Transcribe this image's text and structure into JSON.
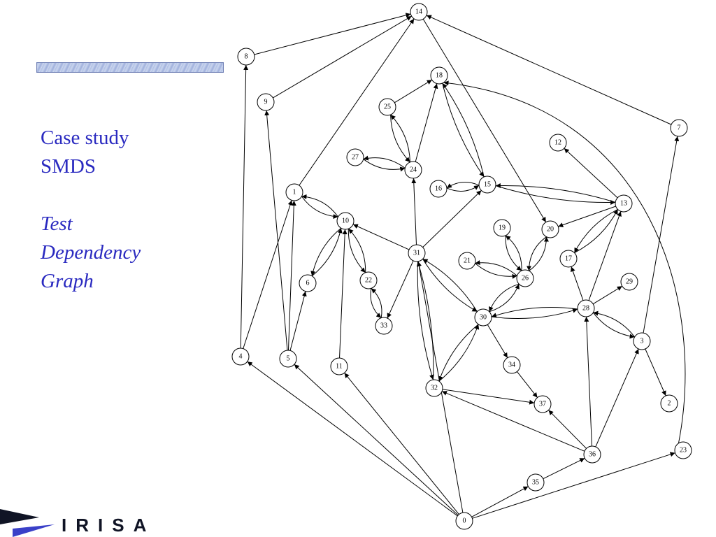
{
  "slide": {
    "heading_line1": "Case study",
    "heading_line2": "SMDS",
    "subheading_line1": "Test",
    "subheading_line2": "Dependency",
    "subheading_line3": "Graph"
  },
  "logo": {
    "text": "IRISA"
  },
  "graph": {
    "nodes": [
      {
        "id": "0"
      },
      {
        "id": "1"
      },
      {
        "id": "2"
      },
      {
        "id": "3"
      },
      {
        "id": "4"
      },
      {
        "id": "5"
      },
      {
        "id": "6"
      },
      {
        "id": "7"
      },
      {
        "id": "8"
      },
      {
        "id": "9"
      },
      {
        "id": "10"
      },
      {
        "id": "11"
      },
      {
        "id": "12"
      },
      {
        "id": "13"
      },
      {
        "id": "14"
      },
      {
        "id": "15"
      },
      {
        "id": "16"
      },
      {
        "id": "17"
      },
      {
        "id": "18"
      },
      {
        "id": "19"
      },
      {
        "id": "20"
      },
      {
        "id": "21"
      },
      {
        "id": "22"
      },
      {
        "id": "23"
      },
      {
        "id": "24"
      },
      {
        "id": "25"
      },
      {
        "id": "26"
      },
      {
        "id": "27"
      },
      {
        "id": "28"
      },
      {
        "id": "29"
      },
      {
        "id": "30"
      },
      {
        "id": "31"
      },
      {
        "id": "32"
      },
      {
        "id": "33"
      },
      {
        "id": "34"
      },
      {
        "id": "35"
      },
      {
        "id": "36"
      },
      {
        "id": "37"
      }
    ],
    "edges": [
      {
        "from": "8",
        "to": "14"
      },
      {
        "from": "9",
        "to": "14"
      },
      {
        "from": "1",
        "to": "14"
      },
      {
        "from": "7",
        "to": "14"
      },
      {
        "from": "14",
        "to": "20"
      },
      {
        "from": "4",
        "to": "8"
      },
      {
        "from": "5",
        "to": "9"
      },
      {
        "from": "4",
        "to": "1"
      },
      {
        "from": "5",
        "to": "1"
      },
      {
        "from": "1",
        "to": "10"
      },
      {
        "from": "10",
        "to": "1"
      },
      {
        "from": "10",
        "to": "6"
      },
      {
        "from": "6",
        "to": "10"
      },
      {
        "from": "5",
        "to": "6"
      },
      {
        "from": "11",
        "to": "10"
      },
      {
        "from": "10",
        "to": "22"
      },
      {
        "from": "22",
        "to": "10"
      },
      {
        "from": "22",
        "to": "33"
      },
      {
        "from": "33",
        "to": "22"
      },
      {
        "from": "31",
        "to": "10"
      },
      {
        "from": "31",
        "to": "33"
      },
      {
        "from": "31",
        "to": "24"
      },
      {
        "from": "31",
        "to": "15"
      },
      {
        "from": "31",
        "to": "30"
      },
      {
        "from": "30",
        "to": "31"
      },
      {
        "from": "31",
        "to": "32"
      },
      {
        "from": "32",
        "to": "31"
      },
      {
        "from": "25",
        "to": "18"
      },
      {
        "from": "24",
        "to": "18"
      },
      {
        "from": "25",
        "to": "24"
      },
      {
        "from": "24",
        "to": "25"
      },
      {
        "from": "27",
        "to": "24"
      },
      {
        "from": "24",
        "to": "27"
      },
      {
        "from": "18",
        "to": "15"
      },
      {
        "from": "15",
        "to": "18"
      },
      {
        "from": "15",
        "to": "16"
      },
      {
        "from": "16",
        "to": "15"
      },
      {
        "from": "15",
        "to": "13"
      },
      {
        "from": "13",
        "to": "15"
      },
      {
        "from": "13",
        "to": "12"
      },
      {
        "from": "13",
        "to": "20"
      },
      {
        "from": "13",
        "to": "17"
      },
      {
        "from": "17",
        "to": "13"
      },
      {
        "from": "28",
        "to": "13"
      },
      {
        "from": "28",
        "to": "17"
      },
      {
        "from": "28",
        "to": "29"
      },
      {
        "from": "28",
        "to": "3"
      },
      {
        "from": "3",
        "to": "28"
      },
      {
        "from": "28",
        "to": "30"
      },
      {
        "from": "30",
        "to": "28"
      },
      {
        "from": "3",
        "to": "7"
      },
      {
        "from": "3",
        "to": "2"
      },
      {
        "from": "23",
        "to": "18"
      },
      {
        "from": "26",
        "to": "19"
      },
      {
        "from": "19",
        "to": "26"
      },
      {
        "from": "26",
        "to": "21"
      },
      {
        "from": "21",
        "to": "26"
      },
      {
        "from": "26",
        "to": "20"
      },
      {
        "from": "20",
        "to": "26"
      },
      {
        "from": "30",
        "to": "26"
      },
      {
        "from": "26",
        "to": "30"
      },
      {
        "from": "30",
        "to": "32"
      },
      {
        "from": "32",
        "to": "30"
      },
      {
        "from": "30",
        "to": "34"
      },
      {
        "from": "34",
        "to": "37"
      },
      {
        "from": "32",
        "to": "37"
      },
      {
        "from": "36",
        "to": "32"
      },
      {
        "from": "36",
        "to": "37"
      },
      {
        "from": "36",
        "to": "28"
      },
      {
        "from": "36",
        "to": "3"
      },
      {
        "from": "0",
        "to": "4"
      },
      {
        "from": "0",
        "to": "5"
      },
      {
        "from": "0",
        "to": "11"
      },
      {
        "from": "0",
        "to": "31"
      },
      {
        "from": "0",
        "to": "35"
      },
      {
        "from": "0",
        "to": "23"
      },
      {
        "from": "35",
        "to": "36"
      }
    ]
  }
}
